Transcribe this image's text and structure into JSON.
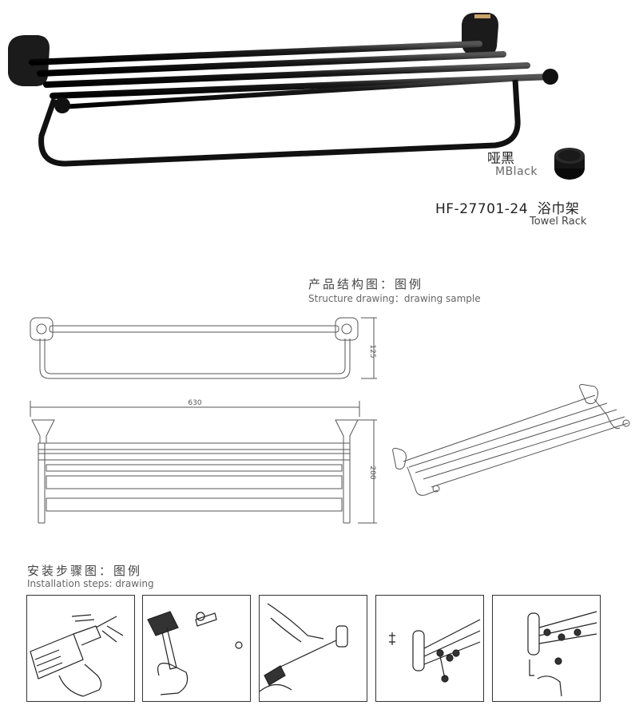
{
  "finish": {
    "name_cn": "哑黑",
    "name_en": "MBlack",
    "swatch_color": "#1c1c1c"
  },
  "product": {
    "model": "HF-27701-24",
    "name_cn": "浴巾架",
    "name_en": "Towel Rack"
  },
  "structure": {
    "title_cn": "产品结构图：图例",
    "title_en": "Structure drawing：drawing sample",
    "dim_height_top": "125",
    "dim_width": "630",
    "dim_height_front": "200"
  },
  "installation": {
    "title_cn": "安装步骤图：图例",
    "title_en": "Installation steps: drawing"
  }
}
